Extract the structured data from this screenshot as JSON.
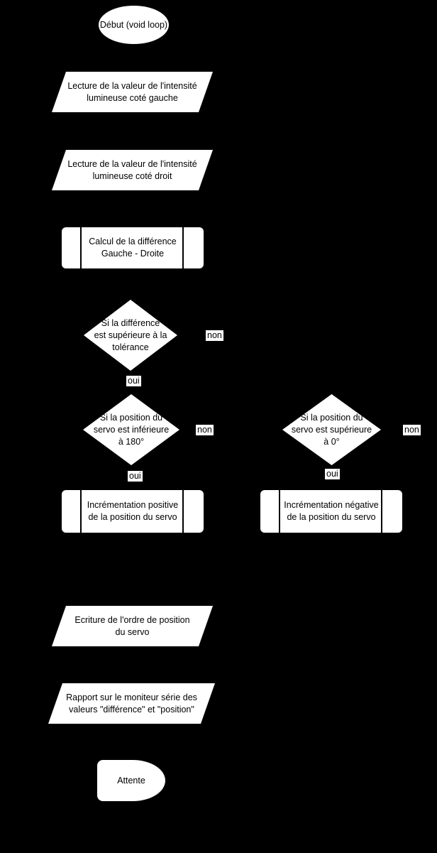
{
  "meta": {
    "background_color": "#000000",
    "node_fill_color": "#ffffff",
    "node_text_color": "#000000"
  },
  "flowchart": {
    "start": {
      "label": "Début (void loop)"
    },
    "io_read_left": {
      "label": "Lecture de la valeur de l'intensité\nlumineuse coté gauche"
    },
    "io_read_right": {
      "label": "Lecture de la valeur de l'intensité\nlumineuse coté droit"
    },
    "process_difference": {
      "label": "Calcul de la différence\nGauche - Droite"
    },
    "decision_tolerance": {
      "label": "Si la différence\nest supérieure à la\ntolérance",
      "no_label": "non",
      "yes_label": "oui"
    },
    "decision_servo_max": {
      "label": "Si la position du\nservo est inférieure\nà 180°",
      "no_label": "non",
      "yes_label": "oui"
    },
    "decision_servo_min": {
      "label": "Si la position du\nservo est supérieure\nà 0°",
      "no_label": "non",
      "yes_label": "oui"
    },
    "process_increment": {
      "label": "Incrémentation positive\nde la position du servo"
    },
    "process_decrement": {
      "label": "Incrémentation négative\nde la position du servo"
    },
    "io_write_servo": {
      "label": "Ecriture de l'ordre de position\ndu servo"
    },
    "io_serial_report": {
      "label": "Rapport sur le moniteur série des\nvaleurs \"différence\" et \"position\""
    },
    "delay": {
      "label": "Attente"
    }
  }
}
